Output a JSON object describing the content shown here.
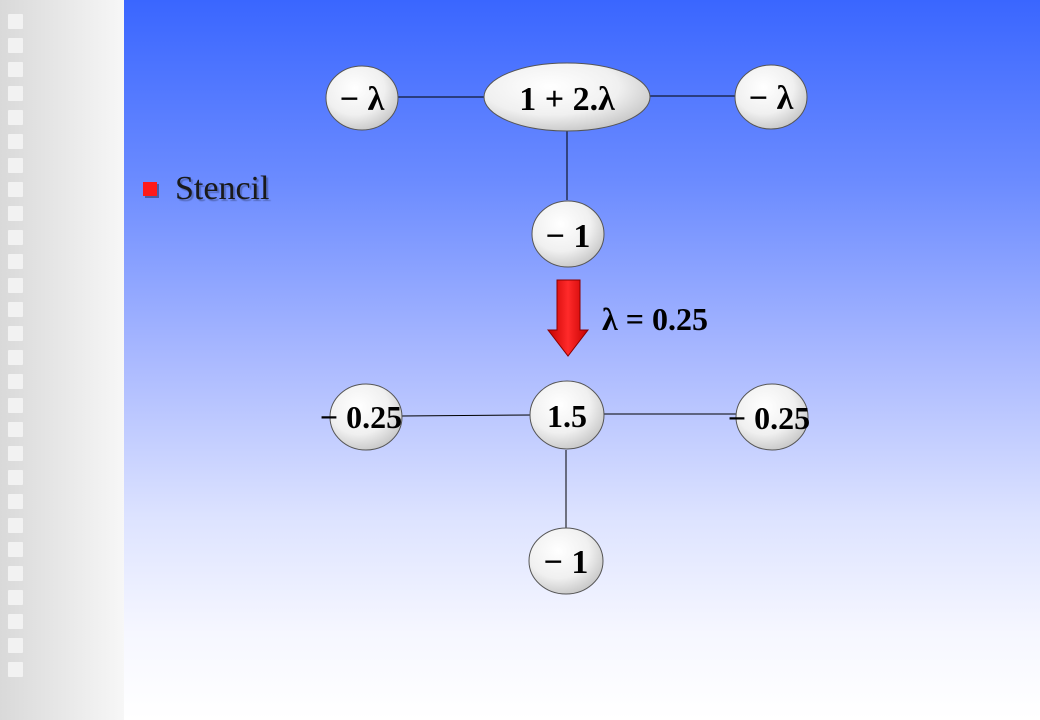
{
  "bullet": {
    "text": "Stencil",
    "color": "#ff1a1a"
  },
  "top_stencil": {
    "left": "− λ",
    "center": "1 + 2.λ",
    "right": "− λ",
    "bottom": "− 1"
  },
  "transition": {
    "label": "λ = 0.25",
    "arrow_color": "#ff1a1a"
  },
  "bottom_stencil": {
    "left": "− 0.25",
    "center": "1.5",
    "right": "− 0.25",
    "bottom": "− 1"
  }
}
